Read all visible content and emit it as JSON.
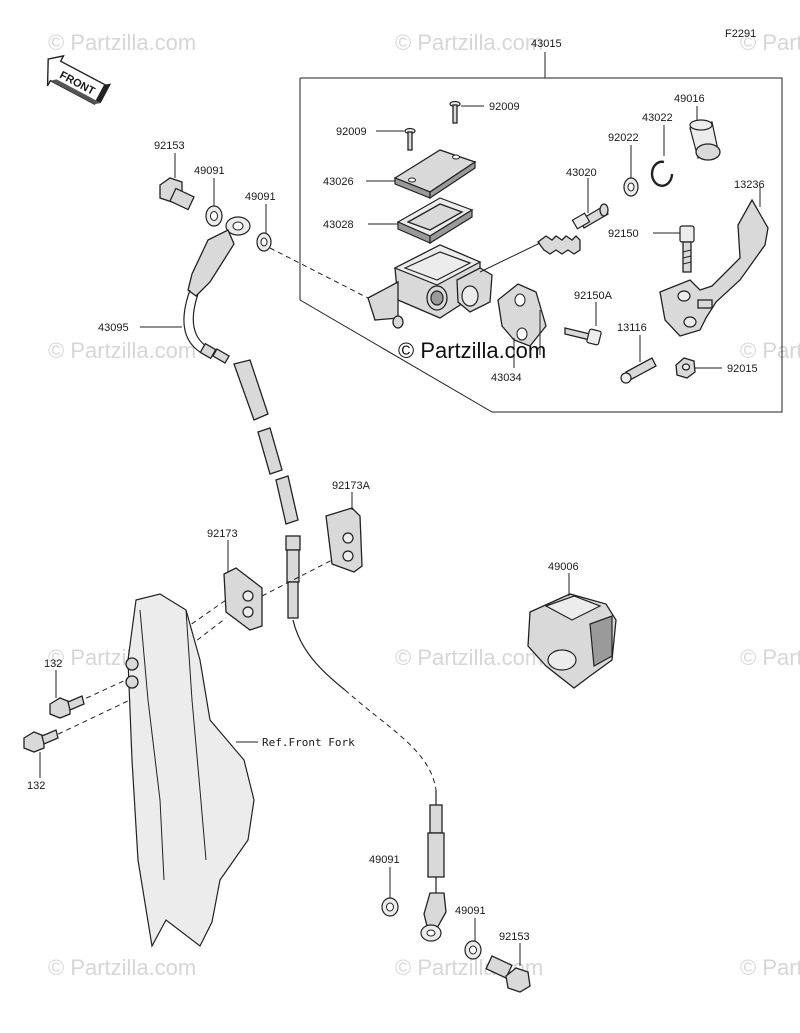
{
  "diagram_code": "F2291",
  "front_label": "FRONT",
  "watermark": "© Partzilla.com",
  "center_watermark": "© Partzilla.com",
  "ref_note": "Ref.Front Fork",
  "parts": {
    "p43015": "43015",
    "p92009a": "92009",
    "p92009b": "92009",
    "p49016": "49016",
    "p43022": "43022",
    "p92022": "92022",
    "p43026": "43026",
    "p43020": "43020",
    "p13236": "13236",
    "p43028": "43028",
    "p92150": "92150",
    "p92150a": "92150A",
    "p13116": "13116",
    "p43034": "43034",
    "p92015": "92015",
    "p92153a": "92153",
    "p49091a": "49091",
    "p49091b": "49091",
    "p43095": "43095",
    "p92173a": "92173A",
    "p92173": "92173",
    "p49006": "49006",
    "p132a": "132",
    "p132b": "132",
    "p49091c": "49091",
    "p49091d": "49091",
    "p92153b": "92153"
  }
}
